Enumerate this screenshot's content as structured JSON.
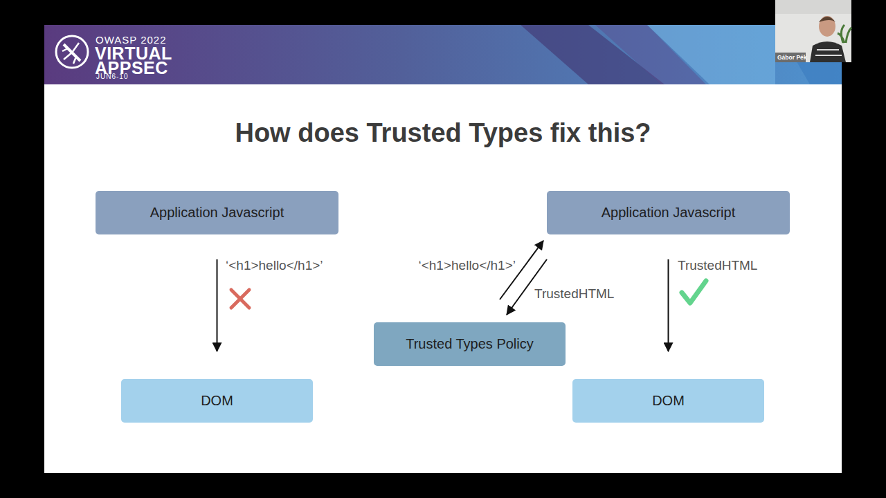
{
  "diagram": {
    "title": "How does Trusted Types fix this?",
    "nodes": [
      {
        "text": [
          "Application Javascript"
        ]
      },
      {
        "text": [
          "Application Javascript"
        ]
      },
      {
        "text": [
          "Trusted Types Policy"
        ]
      },
      {
        "text": [
          "DOM"
        ]
      },
      {
        "text": [
          "DOM"
        ]
      }
    ],
    "edges": [
      {
        "from": 0,
        "to": 3,
        "arrow": "to",
        "label": "‘<h1>hello</h1>’"
      },
      {
        "from": 2,
        "to": 1,
        "arrow": "to",
        "label": "‘<h1>hello</h1>’"
      },
      {
        "from": 1,
        "to": 2,
        "arrow": "to",
        "label": "TrustedHTML"
      },
      {
        "from": 1,
        "to": 4,
        "arrow": "to",
        "label": "TrustedHTML"
      }
    ],
    "labels": [
      "OWASP 2022",
      "VIRTUAL",
      "APPSEC",
      "JUN6-10",
      "Gábor Pék"
    ]
  }
}
